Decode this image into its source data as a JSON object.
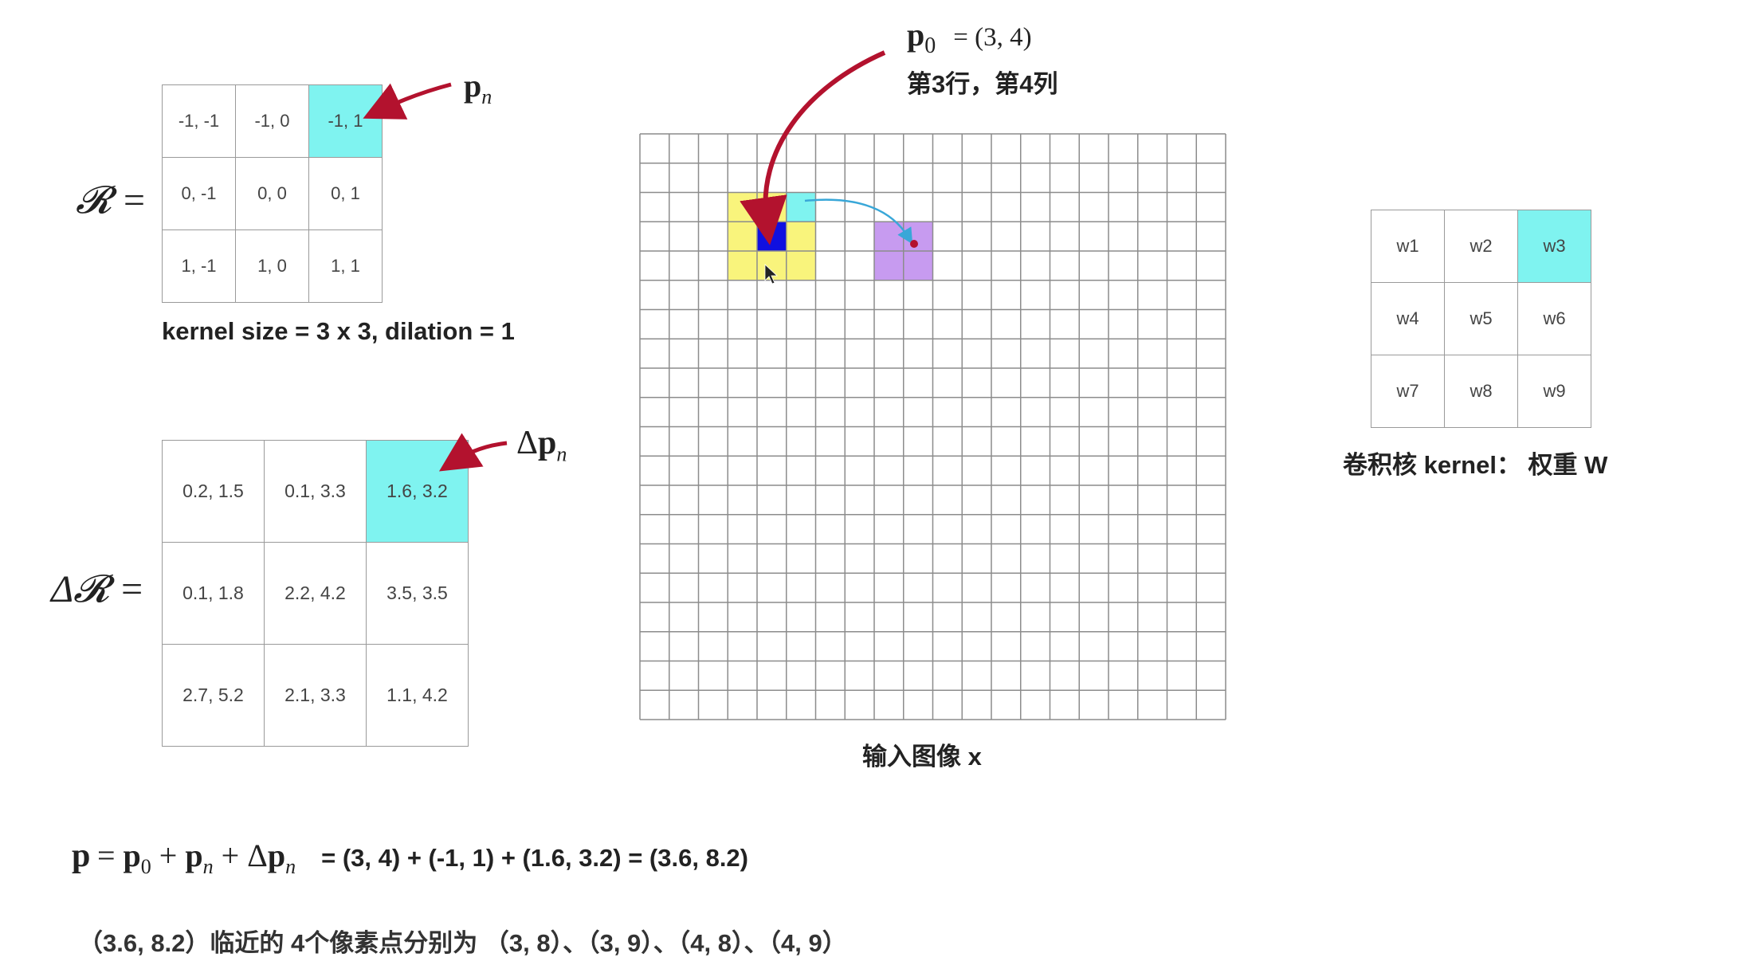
{
  "r_matrix": {
    "lhs": "𝓡 =",
    "rows": [
      [
        "-1,  -1",
        "-1,  0",
        "-1,  1"
      ],
      [
        "0,  -1",
        "0,  0",
        "0,  1"
      ],
      [
        "1,  -1",
        "1,  0",
        "1,  1"
      ]
    ],
    "highlight": [
      0,
      2
    ],
    "pointer_label_base": "p",
    "pointer_label_sub": "n",
    "caption": "kernel size = 3 x 3,    dilation = 1"
  },
  "delta_r_matrix": {
    "lhs": "Δ𝓡 =",
    "rows": [
      [
        "0.2,  1.5",
        "0.1,  3.3",
        "1.6,  3.2"
      ],
      [
        "0.1,  1.8",
        "2.2,  4.2",
        "3.5,  3.5"
      ],
      [
        "2.7,  5.2",
        "2.1,  3.3",
        "1.1, 4.2"
      ]
    ],
    "highlight": [
      0,
      2
    ],
    "pointer_label_prefix": "Δ",
    "pointer_label_base": "p",
    "pointer_label_sub": "n"
  },
  "input_image": {
    "rows": 20,
    "cols": 20,
    "caption": "输入图像 x",
    "p0_label": {
      "base": "p",
      "sub": "0",
      "value": "= (3,   4)",
      "subtext": "第3行，第4列"
    },
    "colors": {
      "window": "#f9f47c",
      "window_highlight": "#7ff3f0",
      "center": "#1010e0",
      "target": "#c79bf0",
      "arrow": "#b3122e",
      "cyan_arrow": "#39a7d8"
    }
  },
  "kernel_w": {
    "rows": [
      [
        "w1",
        "w2",
        "w3"
      ],
      [
        "w4",
        "w5",
        "w6"
      ],
      [
        "w7",
        "w8",
        "w9"
      ]
    ],
    "highlight": [
      0,
      2
    ],
    "caption": "卷积核 kernel：  权重 W"
  },
  "formula": {
    "lhs_p": "p",
    "rhs": "= (3, 4) + (-1, 1) + (1.6, 3.2) = (3.6, 8.2)"
  },
  "neighbors_text": "（3.6,   8.2）临近的 4个像素点分别为   （3,   8）、（3,   9）、（4,   8）、（4,   9）"
}
